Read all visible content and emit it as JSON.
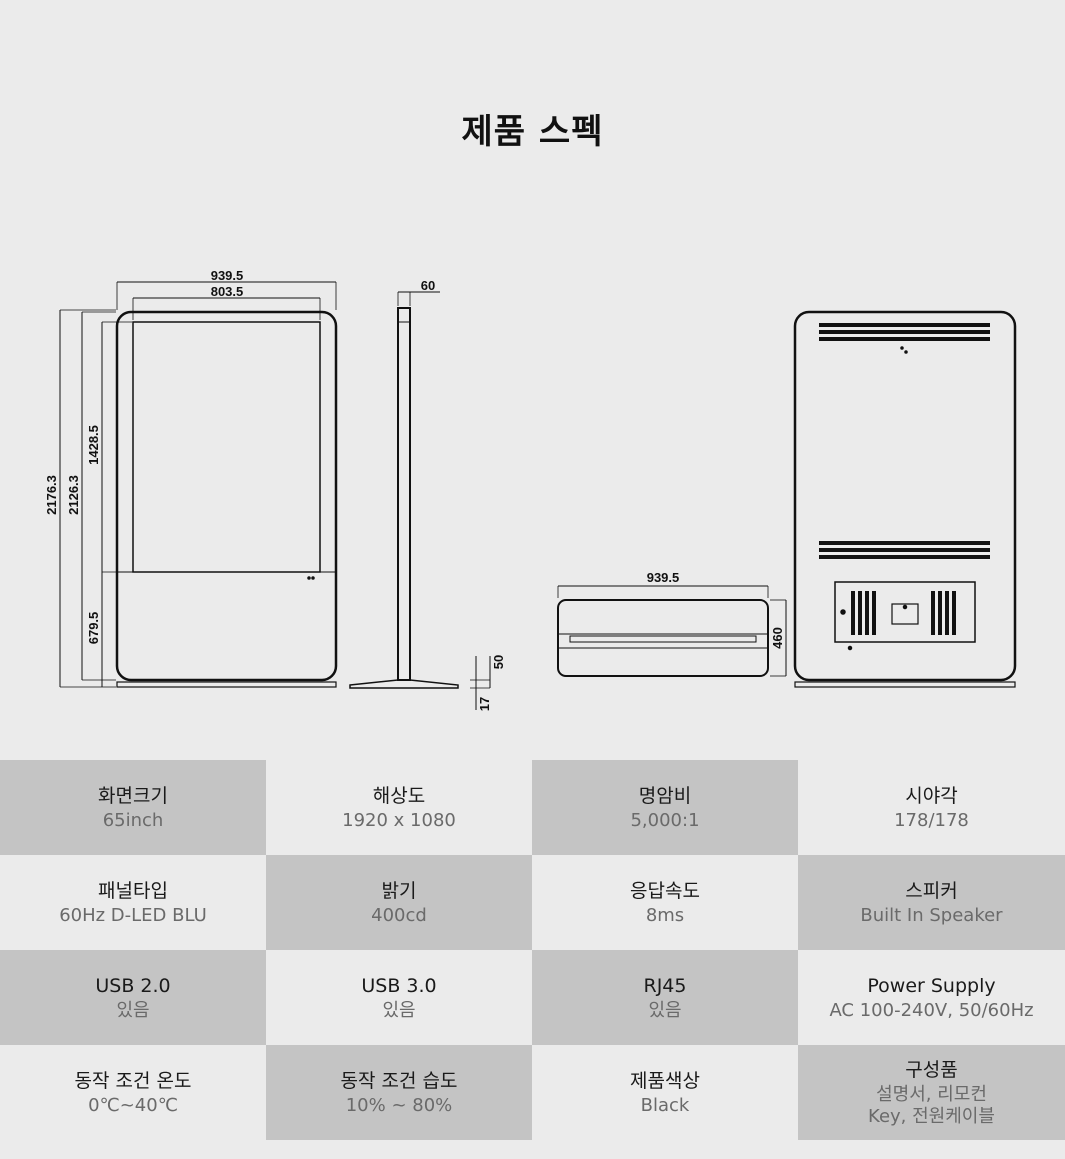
{
  "title": "제품 스펙",
  "drawing": {
    "dimensions": {
      "front_outer_width": "939.5",
      "front_screen_width": "803.5",
      "side_depth": "60",
      "total_height": "2176.3",
      "body_height": "2126.3",
      "screen_height": "1428.5",
      "lower_height": "679.5",
      "base_height": "50",
      "base_gap": "17",
      "top_width": "939.5",
      "top_depth": "460"
    }
  },
  "specs": [
    {
      "label": "화면크기",
      "value": "65inch"
    },
    {
      "label": "해상도",
      "value": "1920 x 1080"
    },
    {
      "label": "명암비",
      "value": "5,000:1"
    },
    {
      "label": "시야각",
      "value": "178/178"
    },
    {
      "label": "패널타입",
      "value": "60Hz D-LED BLU"
    },
    {
      "label": "밝기",
      "value": "400cd"
    },
    {
      "label": "응답속도",
      "value": "8ms"
    },
    {
      "label": "스피커",
      "value": "Built In Speaker"
    },
    {
      "label": "USB 2.0",
      "value": "있음"
    },
    {
      "label": "USB 3.0",
      "value": "있음"
    },
    {
      "label": "RJ45",
      "value": "있음"
    },
    {
      "label": "Power Supply",
      "value": "AC 100-240V, 50/60Hz"
    },
    {
      "label": "동작 조건 온도",
      "value": "0℃~40℃"
    },
    {
      "label": "동작 조건 습도",
      "value": "10% ~ 80%"
    },
    {
      "label": "제품색상",
      "value": "Black"
    },
    {
      "label": "구성품",
      "value": "설명서, 리모컨\nKey, 전원케이블"
    }
  ]
}
